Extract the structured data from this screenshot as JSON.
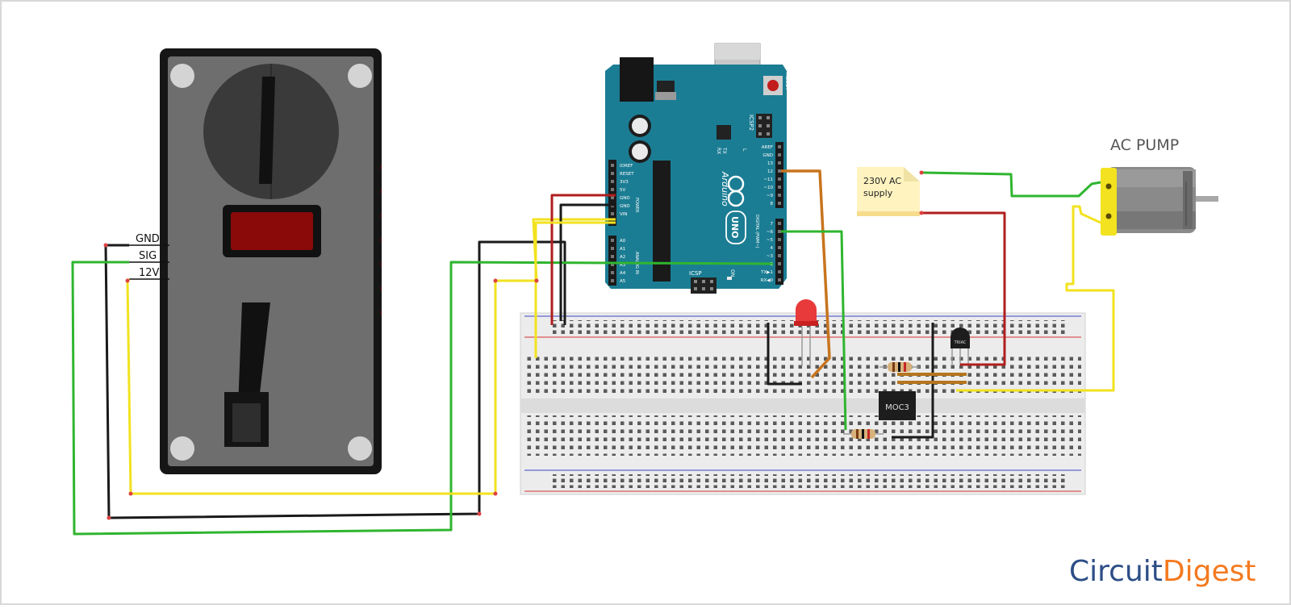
{
  "coin_acceptor": {
    "pins": [
      "GND",
      "SIG",
      "12V"
    ]
  },
  "arduino": {
    "brand": "Arduino",
    "model": "UNO",
    "reset_label": "RESET",
    "icsp2_label": "ICSP2",
    "icsp_label": "ICSP",
    "tx_label": "TX",
    "rx_label": "RX",
    "l_label": "L",
    "on_label": "ON",
    "power_header_label": "POWER",
    "analog_header_label": "ANALOG IN",
    "digital_header_label": "DIGITAL (PWM~)",
    "power_pins": [
      "IOREF",
      "RESET",
      "3V3",
      "5V",
      "GND",
      "GND",
      "VIN"
    ],
    "analog_pins": [
      "A0",
      "A1",
      "A2",
      "A3",
      "A4",
      "A5"
    ],
    "digital_pins_top": [
      "AREF",
      "GND",
      "13",
      "12",
      "~11",
      "~10",
      "~9",
      "8"
    ],
    "digital_pins_bottom": [
      "7",
      "~6",
      "~5",
      "4",
      "~3",
      "2",
      "TX▶1",
      "RX◀0"
    ]
  },
  "supply_note": {
    "line1": "230V AC",
    "line2": "supply"
  },
  "pump": {
    "label": "AC PUMP"
  },
  "optocoupler": {
    "label": "MOC3"
  },
  "triac": {
    "label": "TRIAC"
  },
  "logo": {
    "part1": "Circuit",
    "part2": "Digest"
  },
  "colors": {
    "wire_red": "#b01e1e",
    "wire_black": "#1a1a1a",
    "wire_green": "#2fb52f",
    "wire_yellow": "#f2e21f",
    "wire_orange": "#c8741e",
    "arduino_blue": "#1b7d94",
    "logo_blue": "#2d4e86",
    "logo_orange": "#f47a20"
  }
}
